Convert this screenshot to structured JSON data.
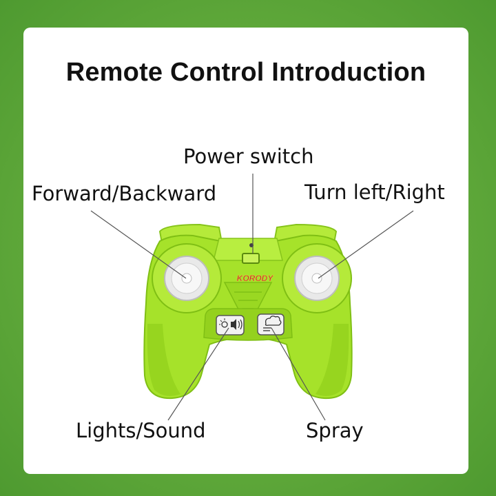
{
  "title": "Remote Control Introduction",
  "labels": {
    "power_switch": "Power switch",
    "forward_backward": "Forward/Backward",
    "turn": "Turn left/Right",
    "lights_sound": "Lights/Sound",
    "spray": "Spray"
  },
  "logo_text": "KORODY",
  "colors": {
    "controller": "#a6e22a",
    "controller_dark": "#7fbf14",
    "background": "#6bb33f",
    "stick": "#e9e9e9"
  }
}
